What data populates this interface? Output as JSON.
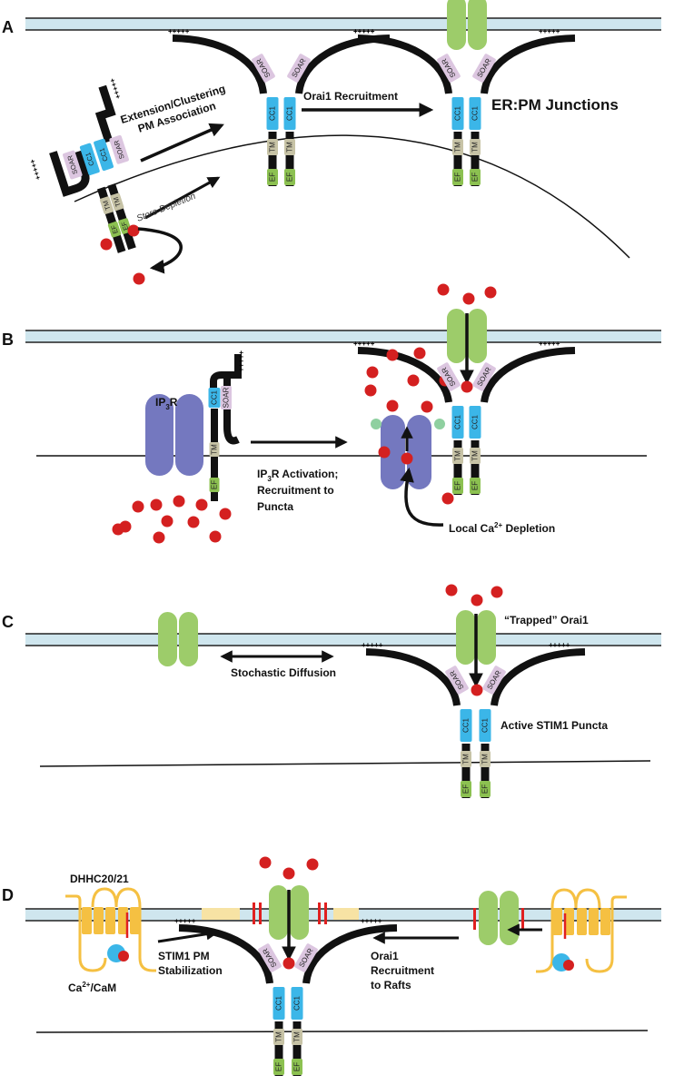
{
  "panels": [
    {
      "letter": "A"
    },
    {
      "letter": "B"
    },
    {
      "letter": "C"
    },
    {
      "letter": "D"
    }
  ],
  "domains": {
    "soar": "SOAR",
    "cc1": "CC1",
    "tm": "TM",
    "ef": "EF",
    "plus": "+++++"
  },
  "colors": {
    "soar": "#dcc6e0",
    "cc1": "#3bb6e8",
    "tm": "#c7c3a6",
    "ef": "#8cc151",
    "orai": "#9dcc6a",
    "ip3r": "#7478bf",
    "membrane": "#cfe6ee",
    "calcium": "#d42020",
    "dhhc": "#f5c042",
    "raft": "#f7e3a4",
    "palmitoyl": "#e02020"
  },
  "panel_a": {
    "extension_line1": "Extension/Clustering",
    "extension_line2": "PM Association",
    "store_depletion": "Store Depletion",
    "orai_recruitment": "Orai1 Recruitment",
    "junctions": "ER:PM Junctions"
  },
  "panel_b": {
    "ip3r_main": "IP",
    "ip3r_sub": "3",
    "ip3r_tail": "R",
    "activation_main": "IP",
    "activation_sub": "3",
    "activation_tail": "R Activation;",
    "recruitment_line2": "Recruitment to",
    "recruitment_line3": "Puncta",
    "depletion_main": "Local Ca",
    "depletion_sup": "2+",
    "depletion_tail": " Depletion"
  },
  "panel_c": {
    "trapped": "“Trapped” Orai1",
    "diffusion": "Stochastic Diffusion",
    "active": "Active STIM1 Puncta"
  },
  "panel_d": {
    "dhhc": "DHHC20/21",
    "stabilization_line1": "STIM1 PM",
    "stabilization_line2": "Stabilization",
    "cam_main": "Ca",
    "cam_sup": "2+",
    "cam_tail": "/CaM",
    "rafts_line1": "Orai1",
    "rafts_line2": "Recruitment",
    "rafts_line3": "to Rafts"
  }
}
